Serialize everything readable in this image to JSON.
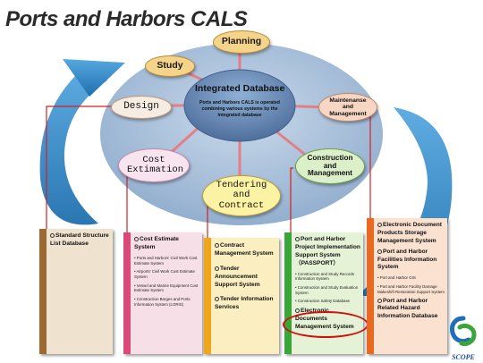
{
  "header": {
    "title": "Ports and Harbors CALS"
  },
  "center": {
    "title": "Integrated Database",
    "description": "Ports and Harbors CALS is operated combining various systems by the integrated database"
  },
  "phases": {
    "planning": "Planning",
    "study": "Study",
    "design": "Design",
    "maintenance": "Maintenanse and Management",
    "cost": "Cost Extimation",
    "construction": "Construction and Management",
    "tendering": "Tendering and Contract"
  },
  "panels": {
    "standard": {
      "title": "Standard Structure List Database"
    },
    "cost": {
      "title": "Cost Estimate System",
      "items": [
        "Ports and Harbors' Civil Work Cost Estimate System",
        "Airports' Civil Work Cost Estimate System",
        "Vessel and Marine Equipment Cost Estimate System",
        "Construction Barges and Ports Information System (LORIS)"
      ]
    },
    "contract": {
      "titles": [
        "Contract Management System",
        "Tender Announcement Support System",
        "Tender Information Services"
      ]
    },
    "project": {
      "title": "Port and Harbor Project Implementation Support System （PASSPORT）",
      "items": [
        "Construction and Study Records Information System",
        "Construction and Study Evaluation System",
        "Construction Safety Database"
      ],
      "highlight": "Electronic Documents Management System"
    },
    "edoc": {
      "titles": [
        "Electronic Document Products Storage Management System",
        "Port and Harbor Facilities Information System"
      ],
      "items": [
        "Port and Harbor GIS",
        "Port and Harbor Facility Damage Makeshift Restoration Support System"
      ],
      "last": "Port and Harbor Related Hazard Information Database"
    }
  },
  "logo": {
    "text": "SCOPE"
  },
  "colors": {
    "arrow": "#2e86c1",
    "ellipse": "#a9c2dc",
    "hub": "#6e8fb8",
    "spoke": "#e37f85",
    "connector": "#d22222",
    "standard_bar": "#9b6a33",
    "cost_bar": "#d94a7a",
    "contract_bar": "#f0a61a",
    "project_bar": "#3aa63a",
    "edoc_bar": "#e86a22",
    "highlight": "#d01010"
  }
}
